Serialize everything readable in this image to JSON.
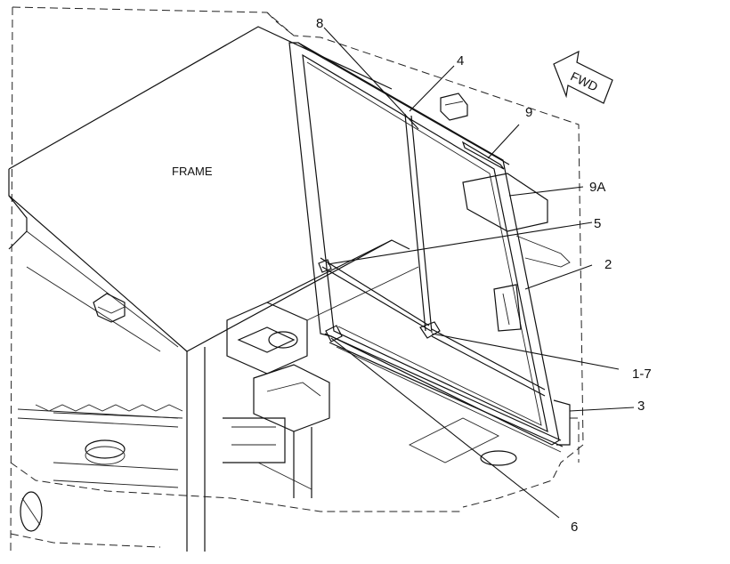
{
  "diagram": {
    "frame_label": "FRAME",
    "direction_label": "FWD",
    "callouts": {
      "c8": "8",
      "c4": "4",
      "c9": "9",
      "c9a": "9A",
      "c5": "5",
      "c2": "2",
      "c17": "1-7",
      "c3": "3",
      "c6": "6"
    },
    "colors": {
      "ink": "#111111",
      "background": "#ffffff"
    }
  }
}
